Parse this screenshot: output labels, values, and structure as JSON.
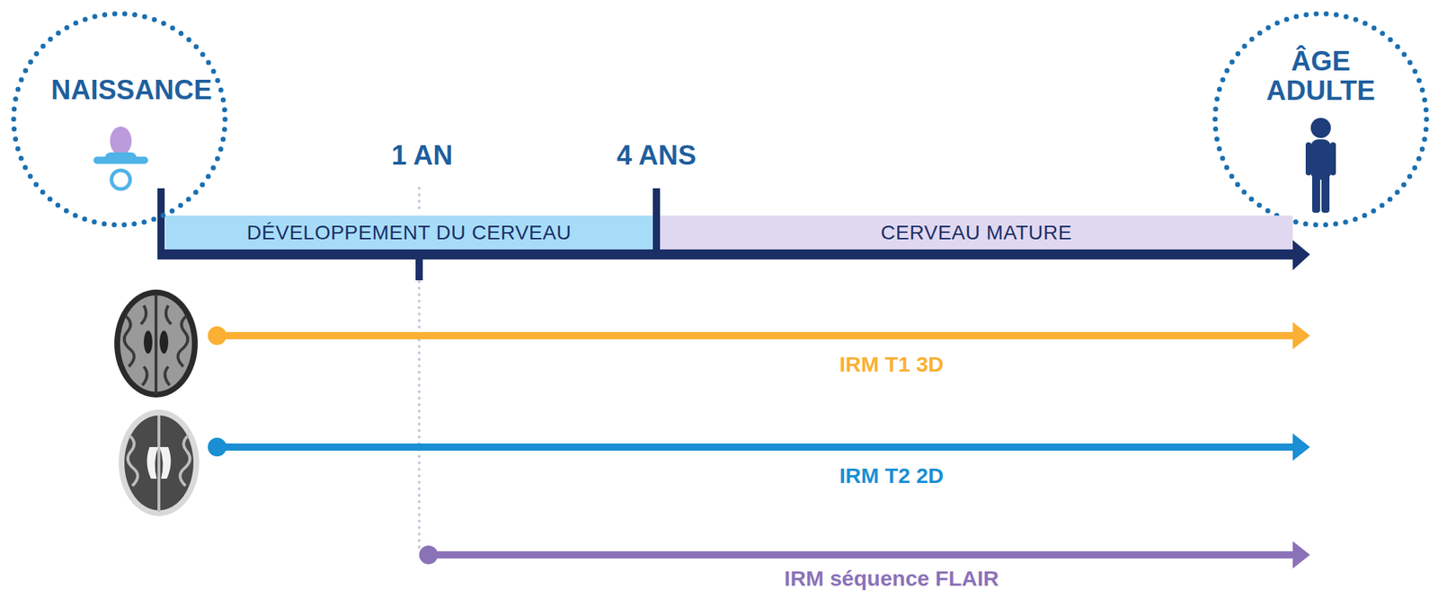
{
  "diagram": {
    "nodes": [
      {
        "text": [
          "NAISSANCE"
        ]
      },
      {
        "text": [
          "ÂGE ADULTE"
        ]
      },
      {
        "text": [
          "DÉVELOPPEMENT DU CERVEAU"
        ]
      },
      {
        "text": [
          "CERVEAU MATURE"
        ]
      }
    ],
    "labels": [
      "1 AN",
      "4 ANS",
      "IRM T1 3D",
      "IRM T2 2D",
      "IRM séquence FLAIR"
    ]
  }
}
